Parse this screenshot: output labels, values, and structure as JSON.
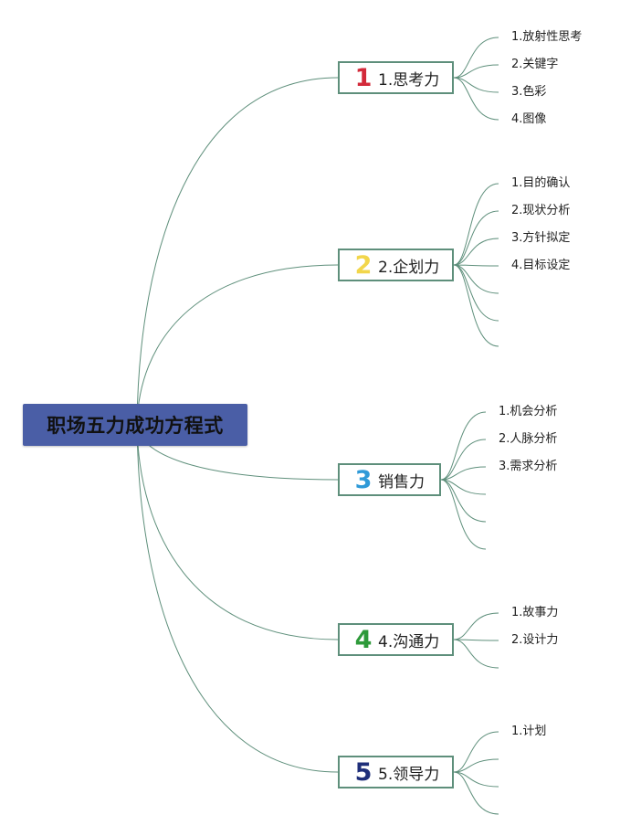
{
  "root": {
    "title": "职场五力成功方程式"
  },
  "link_color": "#5e8f7b",
  "branches": [
    {
      "number": "1",
      "badge_color": "#d32a3a",
      "label": "1.思考力",
      "items": [
        "1.放射性思考",
        "2.关键字",
        "3.色彩",
        "4.图像"
      ]
    },
    {
      "number": "2",
      "badge_color": "#f2d64b",
      "label": "2.企划力",
      "items": [
        "1.目的确认",
        "2.现状分析",
        "3.方针拟定",
        "4.目标设定",
        "",
        "",
        ""
      ]
    },
    {
      "number": "3",
      "badge_color": "#2f9ad8",
      "label": "销售力",
      "items": [
        "1.机会分析",
        "2.人脉分析",
        "3.需求分析",
        "",
        "",
        ""
      ]
    },
    {
      "number": "4",
      "badge_color": "#2e9a3a",
      "label": "4.沟通力",
      "items": [
        "1.故事力",
        "2.设计力",
        ""
      ]
    },
    {
      "number": "5",
      "badge_color": "#1f2f7a",
      "label": "5.领导力",
      "items": [
        "1.计划",
        "",
        "",
        ""
      ]
    }
  ]
}
